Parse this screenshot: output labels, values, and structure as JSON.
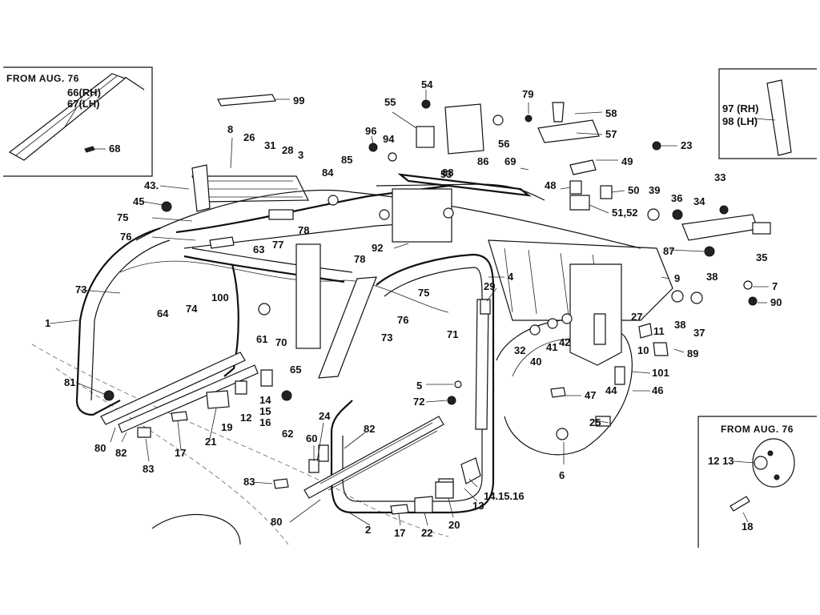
{
  "diagram": {
    "inset_top_left": {
      "title": "FROM AUG. 76",
      "ref1": "66(RH)",
      "ref2": "67(LH)",
      "ref3": "68"
    },
    "inset_top_right": {
      "ref1": "97 (RH)",
      "ref2": "98 (LH)"
    },
    "inset_bottom_right": {
      "title": "FROM AUG. 76",
      "ref1": "12 13",
      "ref2": "18"
    },
    "callouts": {
      "c99": "99",
      "c54": "54",
      "c79": "79",
      "c55": "55",
      "c58": "58",
      "c57": "57",
      "c96": "96",
      "c94": "94",
      "c56": "56",
      "c23": "23",
      "c8": "8",
      "c26": "26",
      "c31": "31",
      "c28": "28",
      "c3": "3",
      "c85": "85",
      "c53": "53",
      "c86": "86",
      "c69": "69",
      "c49": "49",
      "c43": "43.",
      "c84": "84",
      "c88": "88",
      "c48": "48",
      "c50": "50",
      "c33": "33",
      "c39": "39",
      "c36": "36",
      "c34": "34",
      "c45": "45",
      "c5152": "51,52",
      "c75a": "75",
      "c78a": "78",
      "c92": "92",
      "c87": "87",
      "c35": "35",
      "c76a": "76",
      "c77": "77",
      "c63": "63",
      "c78b": "78",
      "c38a": "38",
      "c9": "9",
      "c4": "4",
      "c7": "7",
      "c73a": "73",
      "c29": "29",
      "c75b": "75",
      "c90": "90",
      "c100": "100",
      "c64": "64",
      "c74": "74",
      "c76b": "76",
      "c38b": "38",
      "c37": "37",
      "c1": "1",
      "c61": "61",
      "c70": "70",
      "c73b": "73",
      "c71": "71",
      "c27": "27",
      "c11": "11",
      "c41": "41",
      "c42": "42",
      "c32": "32",
      "c40": "40",
      "c10": "10",
      "c89": "89",
      "c65": "65",
      "c101": "101",
      "c81": "81",
      "c5": "5",
      "c44": "44",
      "c46": "46",
      "c47": "47",
      "c14": "14",
      "c15": "15",
      "c16": "16",
      "c12": "12",
      "c72": "72",
      "c62": "62",
      "c19": "19",
      "c24": "24",
      "c25": "25",
      "c80a": "80",
      "c82a": "82",
      "c17a": "17",
      "c21": "21",
      "c83a": "83",
      "c60": "60",
      "c82b": "82",
      "c6": "6",
      "c83b": "83",
      "c141516": "14.15.16",
      "c13": "13",
      "c80b": "80",
      "c20": "20",
      "c17b": "17",
      "c22": "22",
      "c2": "2"
    }
  }
}
